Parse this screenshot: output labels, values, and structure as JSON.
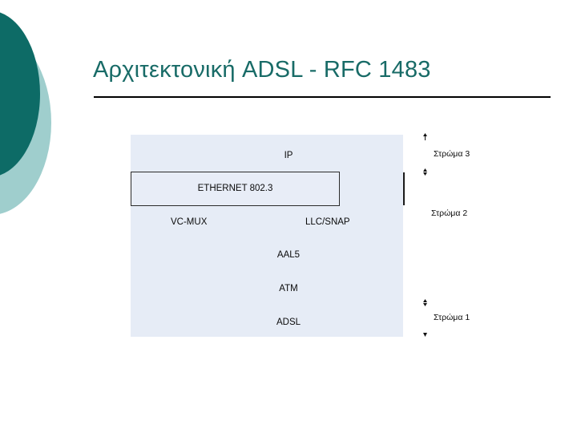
{
  "slide": {
    "title": "Αρχιτεκτονική ADSL - RFC 1483",
    "background_color": "#ffffff"
  },
  "theme": {
    "title_color": "#186b67",
    "deco_dark_color": "#0d6b66",
    "deco_light_color": "#9fcecd",
    "panel_color": "#e6ecf6",
    "rule_color": "#000000",
    "text_color": "#0a0a0a"
  },
  "diagram": {
    "type": "protocol-stack",
    "panel": {
      "layers": [
        {
          "id": "ip",
          "label": "IP"
        },
        {
          "id": "ethernet",
          "label": "ETHERNET 802.3",
          "boxed": true
        },
        {
          "id": "aal5",
          "label": "AAL5"
        },
        {
          "id": "atm",
          "label": "ATM"
        },
        {
          "id": "adsl",
          "label": "ADSL"
        }
      ],
      "encapsulation": [
        {
          "id": "vc-mux",
          "label": "VC-MUX"
        },
        {
          "id": "llc-snap",
          "label": "LLC/SNAP"
        }
      ]
    },
    "annotations": [
      {
        "id": "layer-3",
        "label": "Στρώμα 3"
      },
      {
        "id": "layer-2",
        "label": "Στρώμα 2"
      },
      {
        "id": "layer-1",
        "label": "Στρώμα 1"
      }
    ],
    "markers": {
      "icon": "double-arrow-vertical-icon"
    }
  }
}
